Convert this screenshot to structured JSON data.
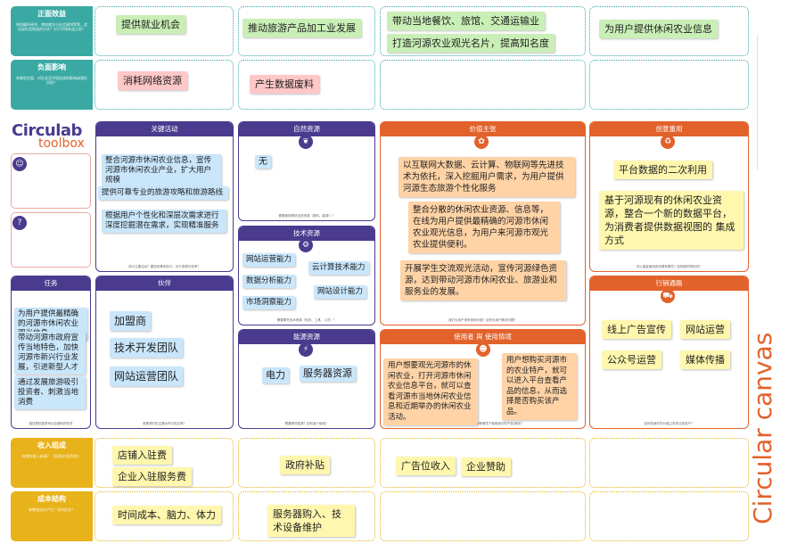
{
  "rows": {
    "positive": {
      "title": "正面效益",
      "desc": "例如循环经济、增加就业与社会福利等等，会出现社会效益的方式？对于环境有益之处？",
      "notes": [
        "提供就业机会",
        "推动旅游产品加工业发展",
        "带动当地餐饮、旅馆、交通运输业",
        "打造河源农业观光名片，提高知名度",
        "为用户提供休闲农业信息"
      ]
    },
    "negative": {
      "title": "负面影响",
      "desc": "有哪些负面、对社会及环境造成的影响或潜在风险？",
      "notes": [
        "消耗网络资源",
        "产生数据废料"
      ]
    },
    "revenue": {
      "title": "收入组成",
      "desc": "有哪些收入来源？（资源/价值/财务）",
      "notes": [
        "店铺入驻费",
        "企业入驻服务费",
        "政府补贴",
        "广告位收入",
        "企业赞助"
      ]
    },
    "cost": {
      "title": "成本结构",
      "desc": "有哪些成本产生？如何优化？",
      "notes": [
        "时间成本、脑力、体力",
        "服务器购入、技术设备维护"
      ]
    }
  },
  "brand": {
    "line1": "Circulab",
    "line2": "toolbox",
    "canvas": "Circular canvas"
  },
  "tasks": {
    "title": "任务",
    "notes": [
      "为用户提供最精确的河源市休闲农业观光信息",
      "带动河源市政府宣传当地特色，加快河源市新兴行业发展，引进新型人才",
      "通过发展旅游吸引投资者、刺激当地消费"
    ],
    "foot": "描述提供能带来社会福利的任务"
  },
  "key_activities": {
    "title": "关键活动",
    "notes": [
      "整合河源市休闲农业信息，宣传河源市休闲农业产业，扩大用户规模",
      "提供可靠专业的旅游攻略和旅游路线",
      "根据用户个性化和深层次需求进行深度挖掘潜在需求，实现精准服务"
    ],
    "foot": "执行主要活动？要如何具体执行，对于资源与效率？"
  },
  "partners": {
    "title": "伙伴",
    "notes": [
      "加盟商",
      "技术开发团队",
      "网站运营团队"
    ],
    "foot": "谁是我们的主要伙伴与供应商？"
  },
  "natural_resources": {
    "title": "自然资源",
    "notes": [
      "无"
    ],
    "foot": "需要使用哪些自然资源（原料、能源）？"
  },
  "technical_resources": {
    "title": "技术资源",
    "notes": [
      "网站运营能力",
      "云计算技术能力",
      "数据分析能力",
      "网站设计能力",
      "市场洞察能力"
    ],
    "foot": "需要哪些技术资源（知识、工具、人员）？"
  },
  "energy_resources": {
    "title": "能源资源",
    "notes": [
      "电力",
      "服务器资源"
    ],
    "foot": "需要哪些能源？如何减少使用？"
  },
  "value_proposition": {
    "title": "价值主张",
    "notes": [
      "以互联网大数据、云计算、物联网等先进技术为依托，深入挖掘用户需求，为用户提供河源生态旅游个性化服务",
      "整合分散的休闲农业资源、信息等，在线为用户提供最精确的河源市休闲农业观光信息，为用户来河源市观光农业提供便利。",
      "开展学生交流观光活动，宣传河源绿色资源，达到带动河源市休闲农业、旅游业和服务业的发展。"
    ],
    "foot": "我们为用户带来何种价值？如何为用户解决问题？"
  },
  "users": {
    "title": "使用者 與 使用情境",
    "notes": [
      "用户想要观光河源市的休闲农业，打开河源市休闲农业信息平台，就可以查看河源市当地休闲农业信息和近期举办的休闲农业活动。",
      "用户想购买河源市的农业特产，就可以进入平台查看产品的信息，从而选择是否购买该产品。"
    ],
    "foot": "谁是我们的用户？用户在何种情境下使用我们的产品/服务？"
  },
  "reuse": {
    "title": "创意重用",
    "notes": [
      "平台数据的二次利用",
      "基于河源现有的休闲农业资源，整合一个新的数据平台，为消费者提供数据视图的 集成方式"
    ],
    "foot": "可以重复使用的资源有哪些？如何循环再利用？"
  },
  "channels": {
    "title": "行销通路",
    "notes": [
      "线上广告宣传",
      "网站运营",
      "公众号运营",
      "媒体传播"
    ],
    "foot": "如何将我们的价值主张传达给用户？"
  }
}
